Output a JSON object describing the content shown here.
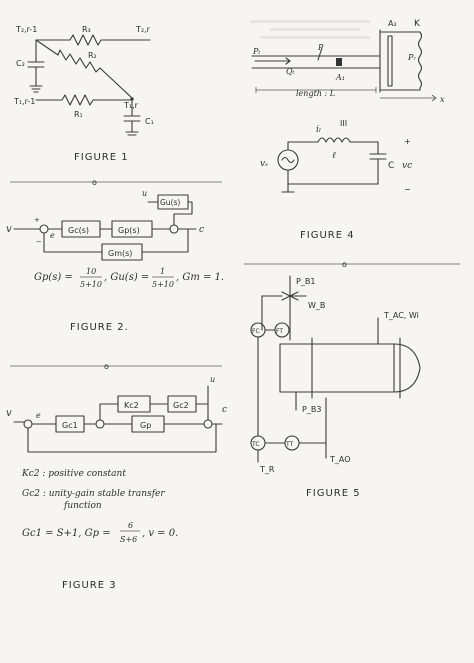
{
  "fig1": {
    "caption": "FIGURE 1",
    "t2_prev": "T₂,r-1",
    "r3": "R₃",
    "t2_curr": "T₂,r",
    "c2": "C₂",
    "r2": "R₂",
    "t1_curr": "T₁,r",
    "t1_prev": "T₁,r-1",
    "r1": "R₁",
    "c1": "C₁"
  },
  "fig2": {
    "caption": "FIGURE 2.",
    "v": "v",
    "e": "e",
    "c": "c",
    "u": "u",
    "gu": "Gu(s)",
    "gc": "Gc(s)",
    "gp": "Gp(s)",
    "gm": "Gm(s)",
    "eq_gp": "Gp(s) =",
    "eq_gp_num": "10",
    "eq_gp_den": "5+10",
    "eq_gu": ", Gu(s) =",
    "eq_gu_num": "1",
    "eq_gu_den": "5+10",
    "eq_gm": ", Gm = 1."
  },
  "fig3": {
    "caption": "FIGURE 3",
    "v": "v",
    "e": "e",
    "c": "c",
    "u": "u",
    "kc2": "Kc2",
    "gc2": "Gc2",
    "gc1": "Gc1",
    "gp": "Gp",
    "note1": "Kc2 : positive constant",
    "note2a": "Gc2 : unity-gain stable transfer",
    "note2b": "function",
    "eq1": "Gc1 = S+1, Gp =",
    "eq_num": "6",
    "eq_den": "S+6",
    "eq2": ", v = 0."
  },
  "fig4": {
    "caption": "FIGURE 4",
    "a2": "A₂",
    "k": "K",
    "p": "P",
    "pt": "Pₜ",
    "qt": "Qₜ",
    "a1": "A₁",
    "pr": "Pᵣ",
    "length": "length : L",
    "x": "x",
    "roman": "III",
    "il": "iₗ",
    "l": "ℓ",
    "vs": "vₛ",
    "cap": "C",
    "vc": "vc",
    "plus": "+",
    "minus": "−"
  },
  "fig5": {
    "caption": "FIGURE 5",
    "pb1": "P_B1",
    "wb": "W_B",
    "tac": "T_AC, Wi",
    "fc": "FC",
    "ft": "FT",
    "pb3": "P_B3",
    "tc": "TC",
    "tt": "TT",
    "tao": "T_AO",
    "tr": "T_R"
  },
  "separators": {
    "s1": "o",
    "s2": "o",
    "s3": "o"
  }
}
